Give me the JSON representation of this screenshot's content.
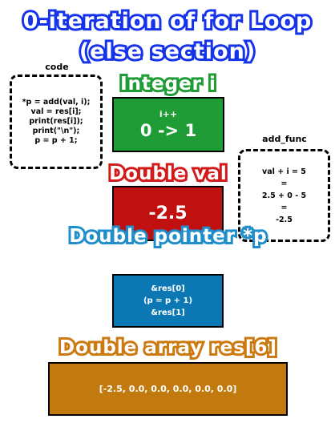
{
  "title": {
    "line1": "0-iteration of for Loop",
    "line2": "(else section)"
  },
  "code_panel": {
    "label": "code",
    "lines": [
      "*p = add(val, i);",
      "val = res[i];",
      "print(res[i]);",
      "print(\"\\n\");",
      "p = p + 1;"
    ]
  },
  "integer_i": {
    "heading": "Integer i",
    "op": "i++",
    "value": "0 -> 1",
    "color": "#1f9c36"
  },
  "add_func_panel": {
    "label": "add_func",
    "lines": [
      "val + i = 5",
      "=",
      "2.5 + 0 - 5",
      "=",
      "-2.5"
    ]
  },
  "double_val": {
    "heading": "Double val",
    "value": "-2.5",
    "color": "#c01010"
  },
  "double_pointer": {
    "heading": "Double pointer *p",
    "lines": [
      "&res[0]",
      "(p = p + 1)",
      "&res[1]"
    ],
    "color": "#0c78b3"
  },
  "double_array": {
    "heading": "Double array res[6]",
    "value": "[-2.5, 0.0, 0.0, 0.0, 0.0, 0.0]",
    "color": "#c27a0e"
  }
}
